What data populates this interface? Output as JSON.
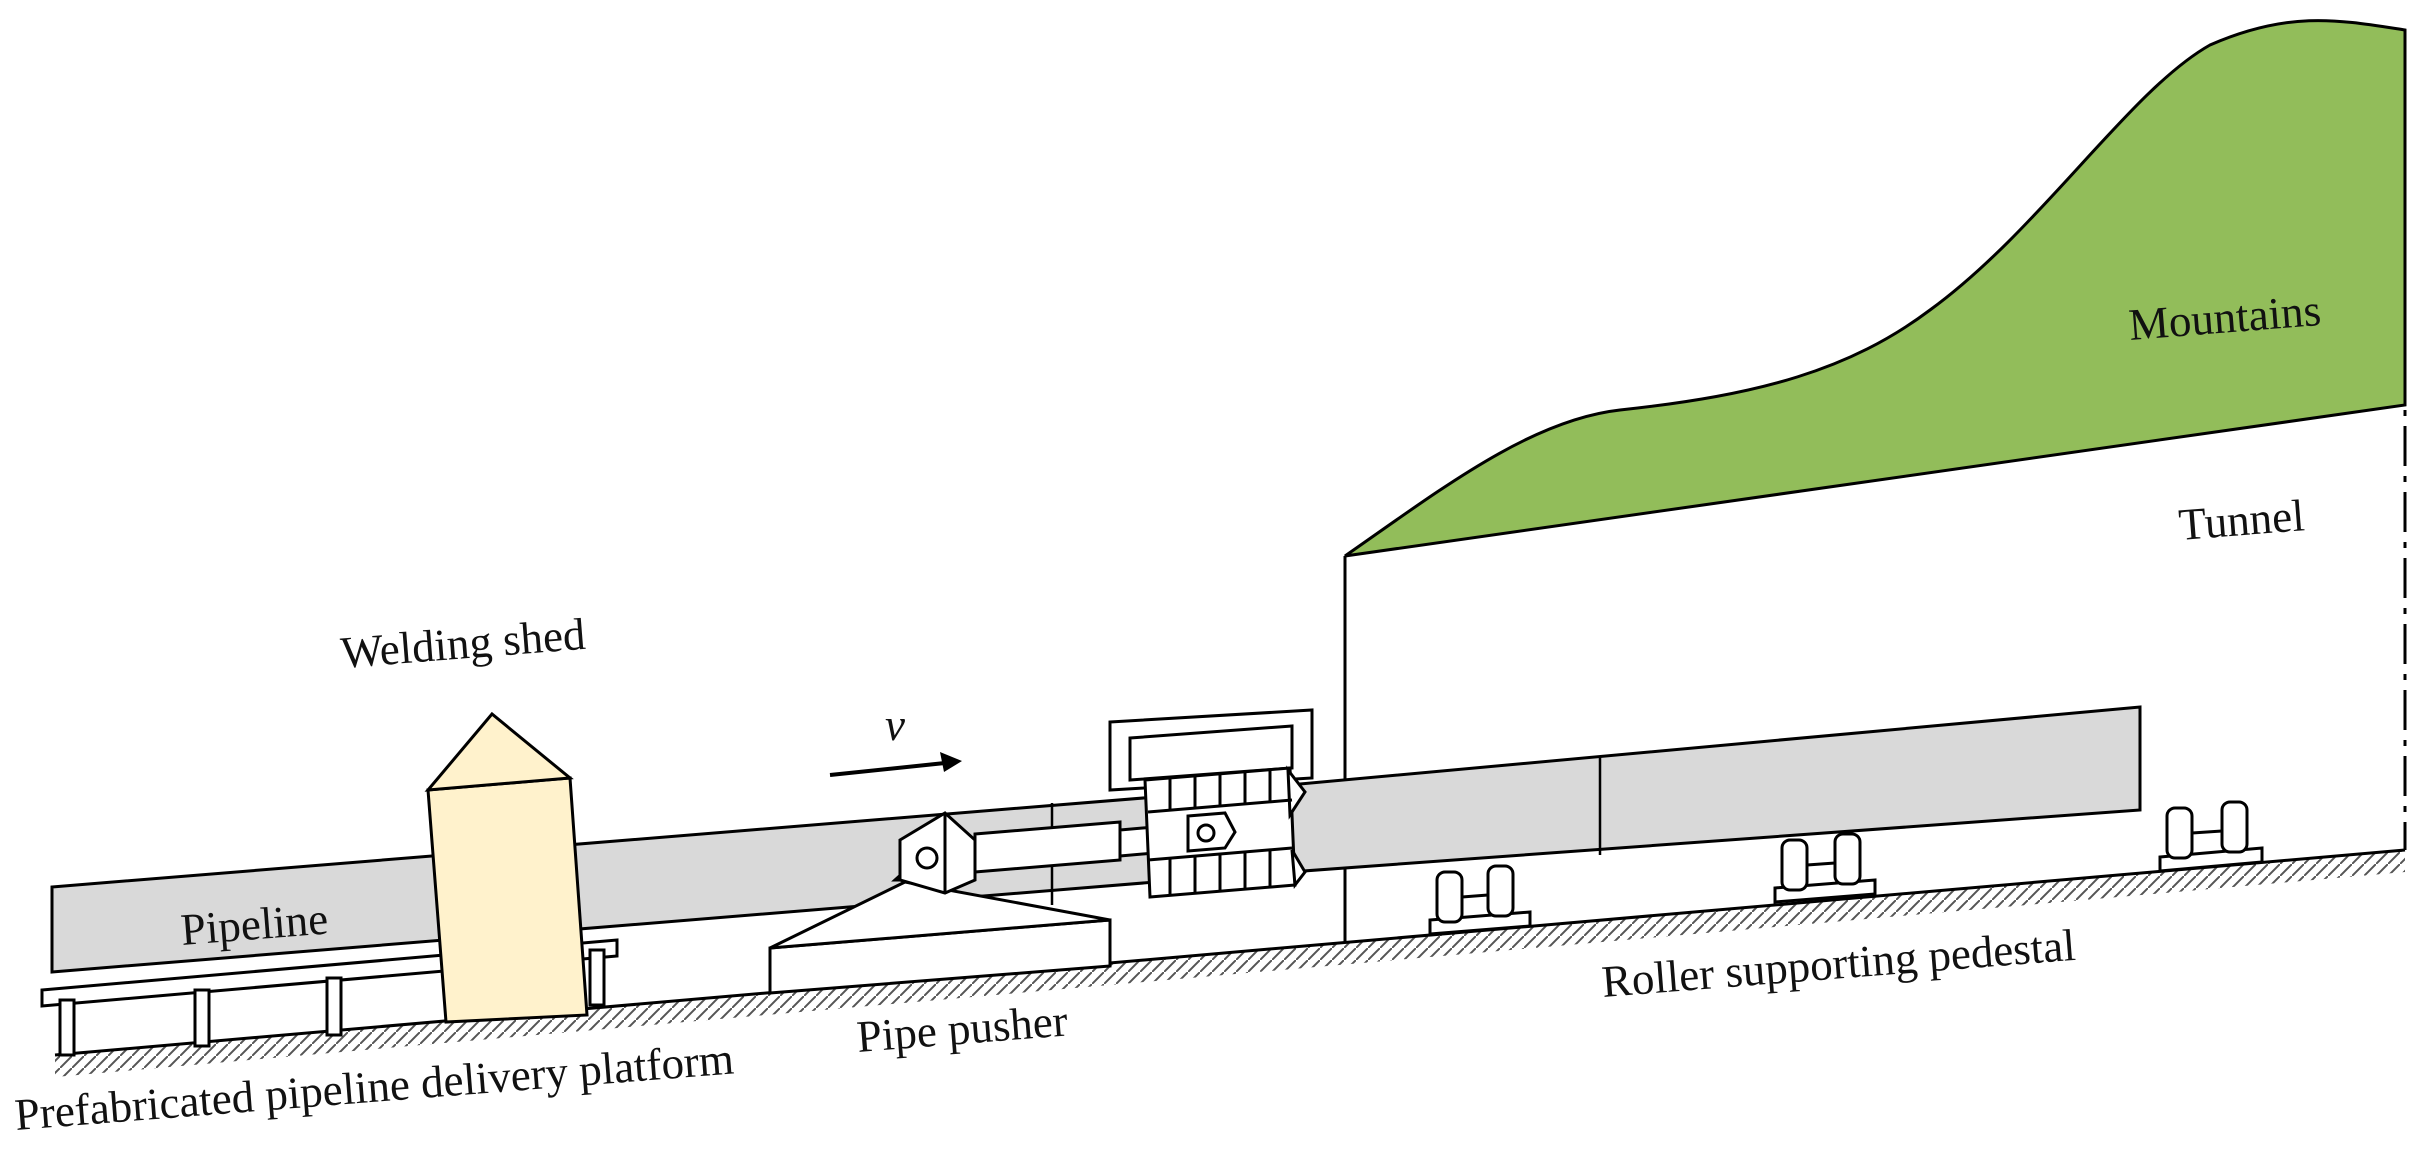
{
  "labels": {
    "welding_shed": "Welding shed",
    "velocity": "v",
    "pipeline": "Pipeline",
    "mountains": "Mountains",
    "tunnel": "Tunnel",
    "pipe_pusher": "Pipe pusher",
    "roller_pedestal": "Roller supporting pedestal",
    "delivery_platform": "Prefabricated pipeline delivery platform"
  },
  "colors": {
    "pipeline": "#d9d9d9",
    "welding_shed": "#fff2cc",
    "mountains": "#92bd5a",
    "outline": "#000000"
  }
}
